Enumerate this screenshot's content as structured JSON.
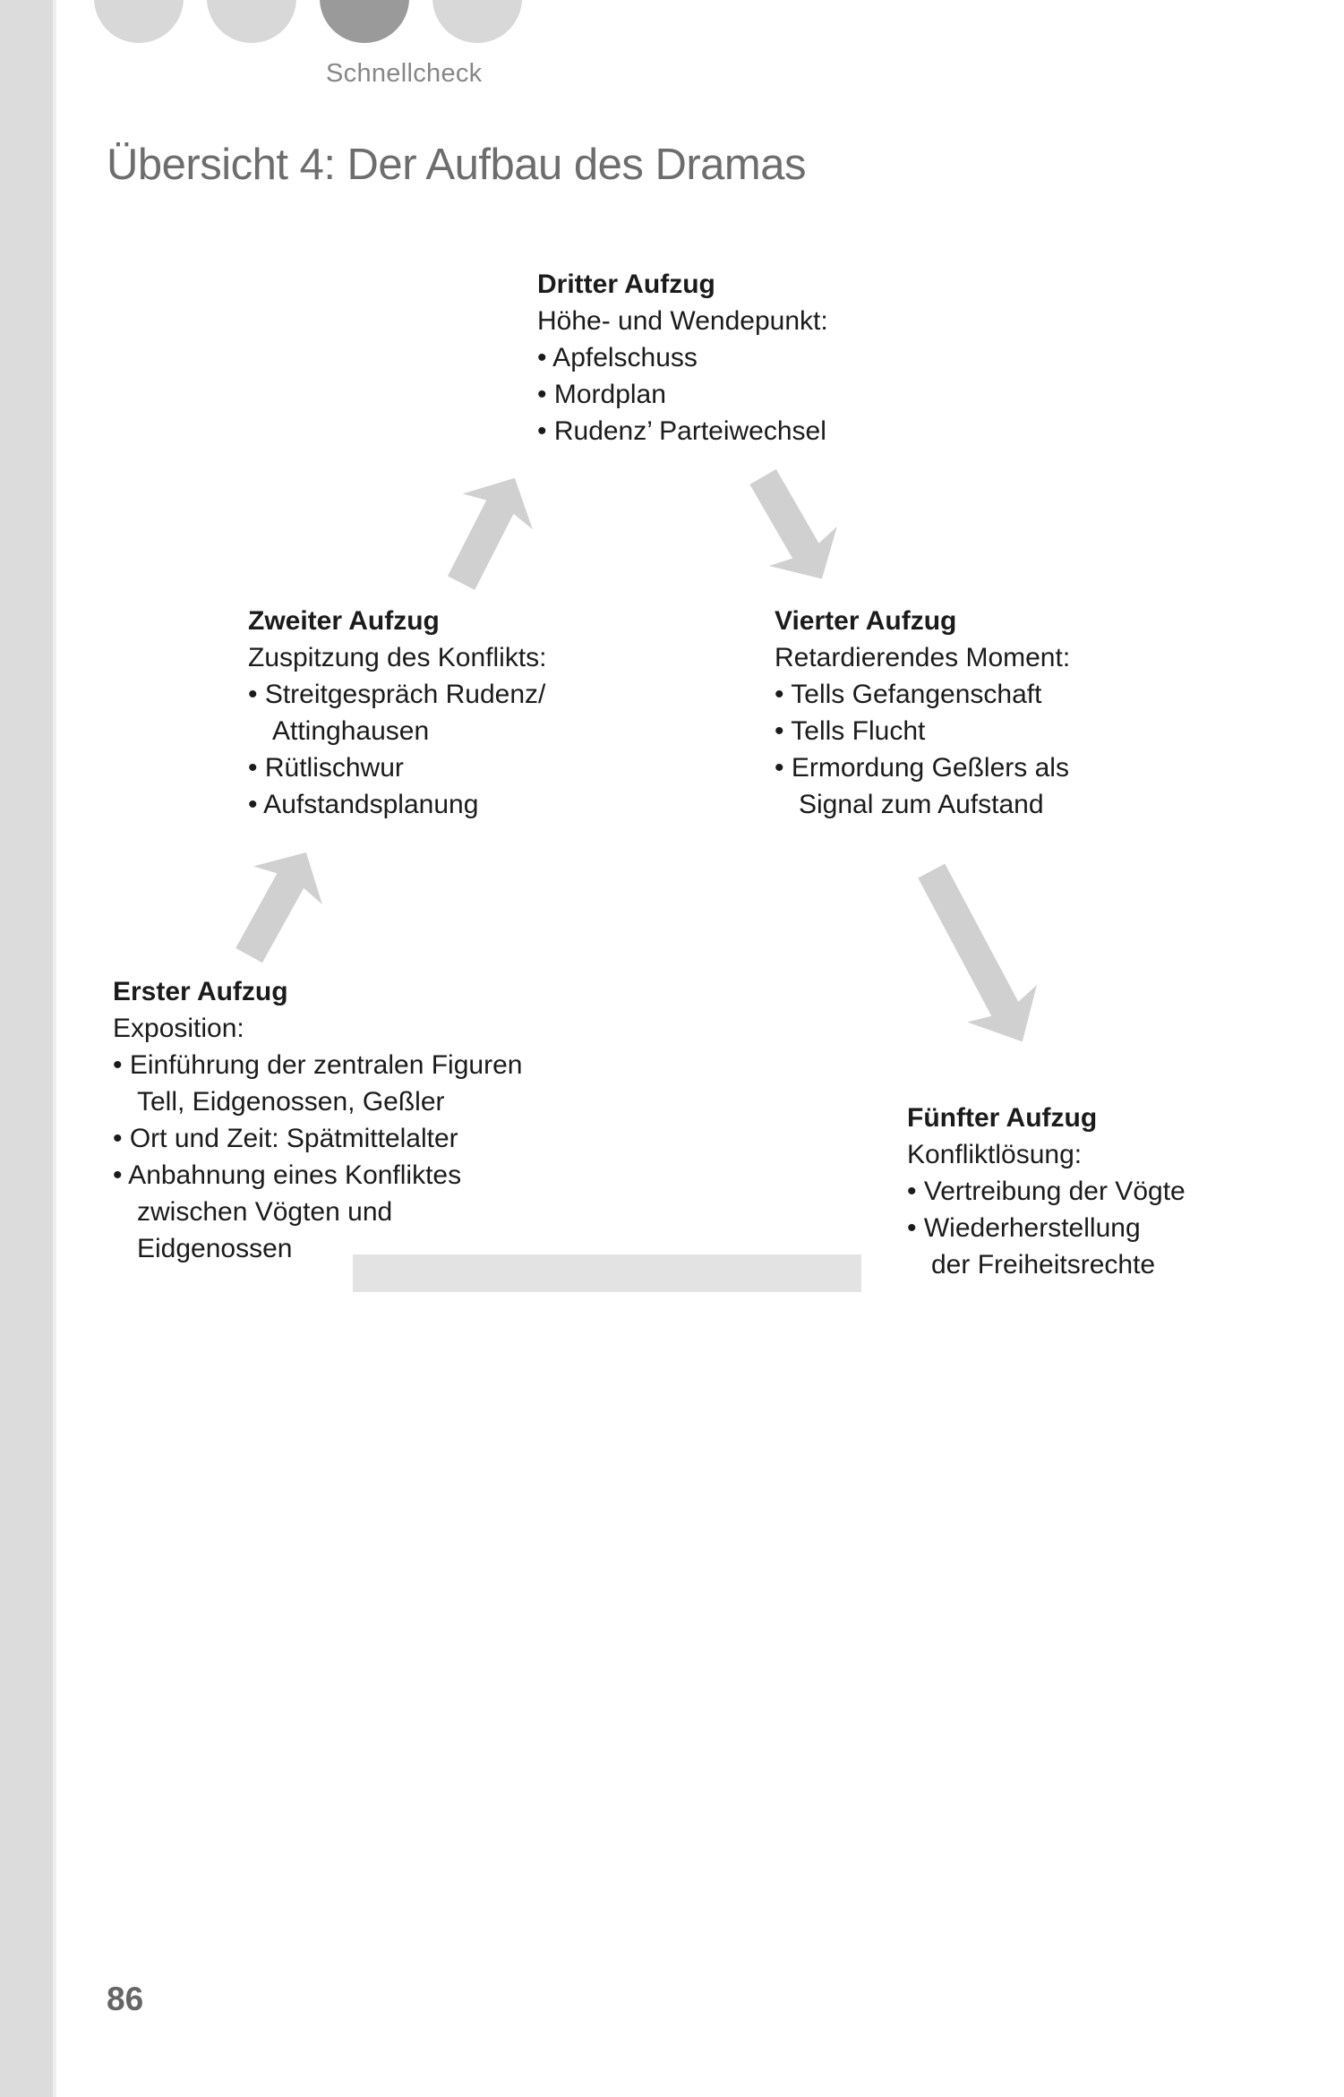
{
  "header": {
    "label": "Schnellcheck",
    "dots": [
      {
        "active": false
      },
      {
        "active": false
      },
      {
        "active": true
      },
      {
        "active": false
      }
    ]
  },
  "title": "Übersicht 4: Der Aufbau des Dramas",
  "page_number": "86",
  "colors": {
    "dot_inactive": "#d8d8d8",
    "dot_active": "#9a9a9a",
    "arrow": "#d0d0d0",
    "bar": "#e3e3e3",
    "left_strip": "#dcdcdc",
    "body_text": "#1b1b1b",
    "muted_text": "#6d6d6d"
  },
  "diagram": {
    "acts": [
      {
        "heading": "Erster Aufzug",
        "lines": [
          "Exposition:",
          "• Einführung der zentralen Figuren",
          "Tell, Eidgenossen, Geßler",
          "• Ort und Zeit: Spätmittelalter",
          "• Anbahnung eines Konfliktes",
          "zwischen Vögten und",
          "Eidgenossen"
        ]
      },
      {
        "heading": "Zweiter Aufzug",
        "lines": [
          "Zuspitzung des Konflikts:",
          "• Streitgespräch Rudenz/",
          "Attinghausen",
          "• Rütlischwur",
          "• Aufstandsplanung"
        ]
      },
      {
        "heading": "Dritter Aufzug",
        "lines": [
          "Höhe- und Wendepunkt:",
          "• Apfelschuss",
          "• Mordplan",
          "• Rudenz’ Parteiwechsel"
        ]
      },
      {
        "heading": "Vierter Aufzug",
        "lines": [
          "Retardierendes Moment:",
          "• Tells Gefangenschaft",
          "• Tells Flucht",
          "• Ermordung Geßlers als",
          "Signal zum Aufstand"
        ]
      },
      {
        "heading": "Fünfter Aufzug",
        "lines": [
          "Konfliktlösung:",
          "• Vertreibung der Vögte",
          "• Wiederherstellung",
          "der Freiheitsrechte"
        ]
      }
    ],
    "arrows": [
      {
        "from": "Erster Aufzug",
        "to": "Zweiter Aufzug",
        "direction": "up-right"
      },
      {
        "from": "Zweiter Aufzug",
        "to": "Dritter Aufzug",
        "direction": "up-right"
      },
      {
        "from": "Dritter Aufzug",
        "to": "Vierter Aufzug",
        "direction": "down-right"
      },
      {
        "from": "Vierter Aufzug",
        "to": "Fünfter Aufzug",
        "direction": "down-right"
      }
    ]
  }
}
